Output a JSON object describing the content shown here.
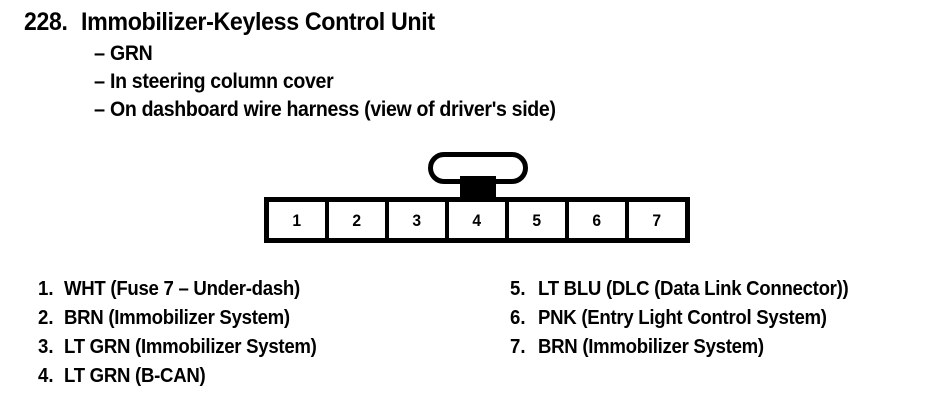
{
  "header": {
    "number": "228.",
    "title": "Immobilizer-Keyless Control Unit",
    "notes": [
      {
        "dash": "–",
        "text": "GRN"
      },
      {
        "dash": "–",
        "text": "In steering column cover"
      },
      {
        "dash": "–",
        "text": "On dashboard wire harness (view of driver's side)"
      }
    ]
  },
  "connector": {
    "pins": [
      {
        "number": "1"
      },
      {
        "number": "2"
      },
      {
        "number": "3"
      },
      {
        "number": "4"
      },
      {
        "number": "5"
      },
      {
        "number": "6"
      },
      {
        "number": "7"
      }
    ]
  },
  "legend": {
    "left": [
      {
        "index": "1.",
        "label": "WHT (Fuse 7 – Under-dash)"
      },
      {
        "index": "2.",
        "label": "BRN (Immobilizer System)"
      },
      {
        "index": "3.",
        "label": "LT GRN (Immobilizer System)"
      },
      {
        "index": "4.",
        "label": "LT GRN (B-CAN)"
      }
    ],
    "right": [
      {
        "index": "5.",
        "label": "LT BLU (DLC (Data Link Connector))"
      },
      {
        "index": "6.",
        "label": "PNK (Entry Light Control System)"
      },
      {
        "index": "7.",
        "label": "BRN (Immobilizer System)"
      }
    ]
  },
  "colors": {
    "ink": "#000000",
    "paper": "#ffffff"
  }
}
